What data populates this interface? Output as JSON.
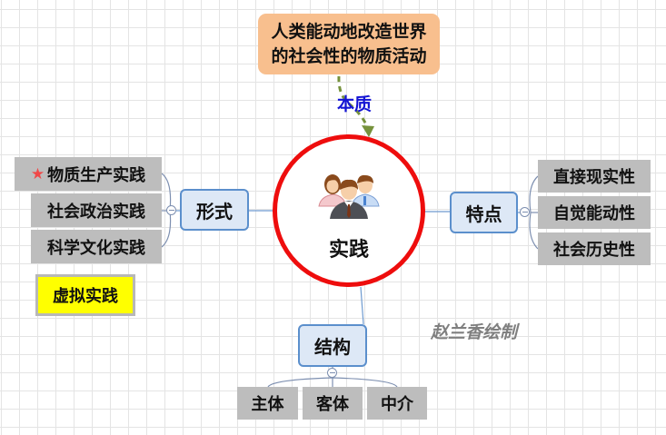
{
  "definition": {
    "line1": "人类能动地改造世界",
    "line2": "的社会性的物质活动",
    "relation_label": "本质"
  },
  "center": {
    "label": "实践",
    "icon": "people-group-icon"
  },
  "branches": {
    "form": {
      "label": "形式",
      "children": [
        {
          "label": "物质生产实践",
          "marker": "star-icon"
        },
        {
          "label": "社会政治实践"
        },
        {
          "label": "科学文化实践"
        }
      ]
    },
    "features": {
      "label": "特点",
      "children": [
        {
          "label": "直接现实性"
        },
        {
          "label": "自觉能动性"
        },
        {
          "label": "社会历史性"
        }
      ]
    },
    "structure": {
      "label": "结构",
      "children": [
        {
          "label": "主体"
        },
        {
          "label": "客体"
        },
        {
          "label": "中介"
        }
      ]
    }
  },
  "floating_topic": {
    "label": "虚拟实践"
  },
  "watermark": "赵兰香绘制",
  "colors": {
    "center_ring": "#ee0d0d",
    "definition_fill": "#f8bf8e",
    "relation_label": "#1414d4",
    "relation_line": "#76923c",
    "topic_fill": "#dde8f6",
    "topic_border": "#5b8fcc",
    "leaf_fill": "#bdbdbd",
    "floating_fill": "#ffff00"
  }
}
